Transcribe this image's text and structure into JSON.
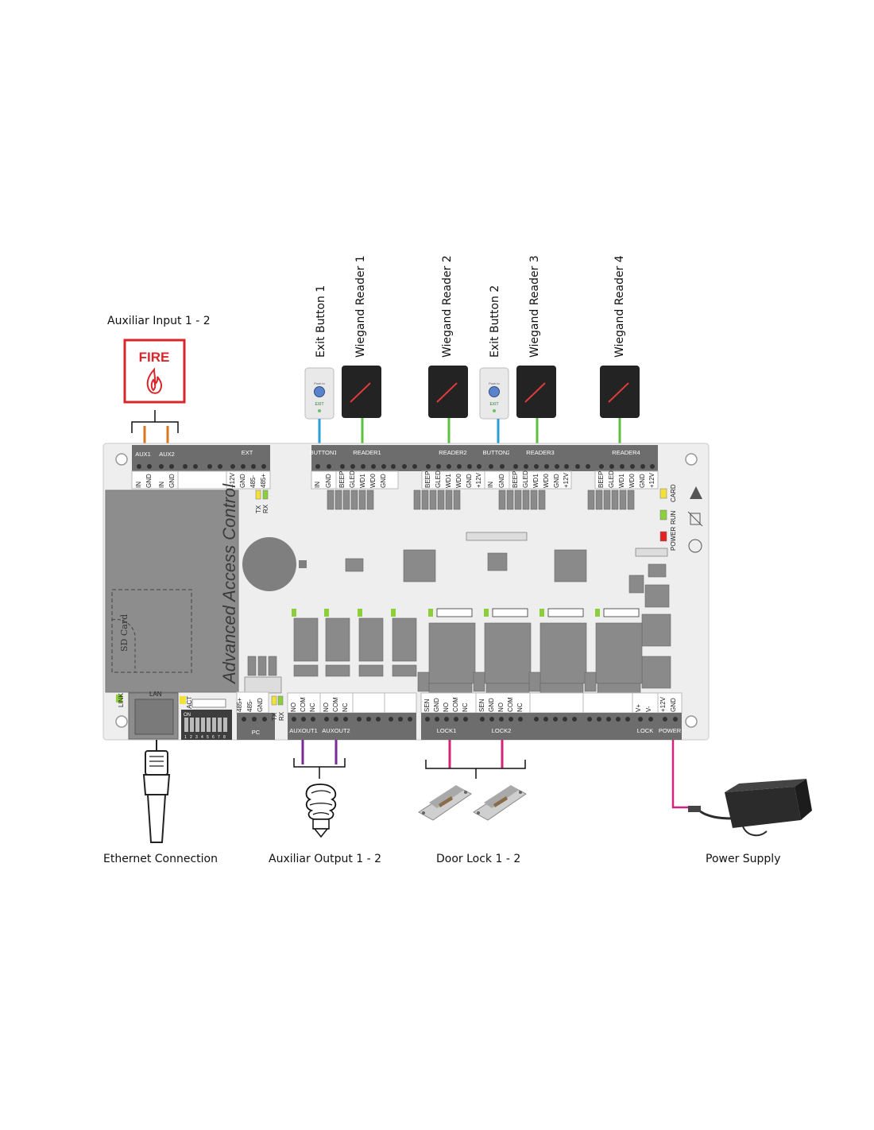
{
  "title_labels": {
    "aux_input": "Auxiliar Input 1 - 2",
    "ethernet": "Ethernet Connection",
    "aux_output": "Auxiliar Output 1 - 2",
    "door_lock": "Door Lock 1 - 2",
    "power_supply": "Power Supply"
  },
  "device_labels": {
    "exit_button_1": "Exit Button 1",
    "wiegand_reader_1": "Wiegand Reader 1",
    "wiegand_reader_2": "Wiegand Reader 2",
    "exit_button_2": "Exit Button 2",
    "wiegand_reader_3": "Wiegand Reader 3",
    "wiegand_reader_4": "Wiegand Reader 4"
  },
  "fire_alarm": {
    "text": "FIRE"
  },
  "board": {
    "brand": "Advanced Access Control",
    "sd_card": "SD Card",
    "top_headers": {
      "aux1": "AUX1",
      "aux2": "AUX2",
      "ext": "EXT",
      "button1": "BUTTON1",
      "reader1": "READER1",
      "reader2": "READER2",
      "button2": "BUTTON2",
      "reader3": "READER3",
      "reader4": "READER4"
    },
    "bottom_headers": {
      "lan": "LAN",
      "pc": "PC",
      "auxout1": "AUXOUT1",
      "auxout2": "AUXOUT2",
      "lock1": "LOCK1",
      "lock2": "LOCK2",
      "lock": "LOCK",
      "power": "POWER"
    },
    "pins": {
      "aux": [
        "IN",
        "GND"
      ],
      "ext": [
        "+12V",
        "GND",
        "485-",
        "485+"
      ],
      "button": [
        "IN",
        "GND"
      ],
      "reader": [
        "BEEP",
        "GLED",
        "WD1",
        "WD0",
        "GND",
        "+12V"
      ],
      "pc": [
        "485+",
        "485-",
        "GND"
      ],
      "auxout": [
        "NO",
        "COM",
        "NC"
      ],
      "lock": [
        "SEN",
        "GND",
        "NO",
        "COM",
        "NC"
      ],
      "lockpwr": [
        "V+",
        "V-"
      ],
      "power": [
        "+12V",
        "GND"
      ]
    },
    "leds": {
      "tx": "TX",
      "rx": "RX",
      "link": "LINK",
      "act": "ACT",
      "card": "CARD",
      "run": "RUN",
      "power": "POWER"
    },
    "dip": {
      "on": "ON",
      "numbers": [
        "1",
        "2",
        "3",
        "4",
        "5",
        "6",
        "7",
        "8"
      ]
    }
  },
  "exit_button_face": {
    "line1": "Push to",
    "line2": "EXIT"
  },
  "colors": {
    "fire_red": "#d9262b",
    "wire_orange": "#d9781f",
    "wire_blue": "#2a9fd6",
    "wire_green": "#5cc13f",
    "wire_purple": "#7a2a9a",
    "wire_magenta": "#d4247a",
    "terminal_dark": "#6d6d6d",
    "board_bg": "#eeeeee"
  }
}
